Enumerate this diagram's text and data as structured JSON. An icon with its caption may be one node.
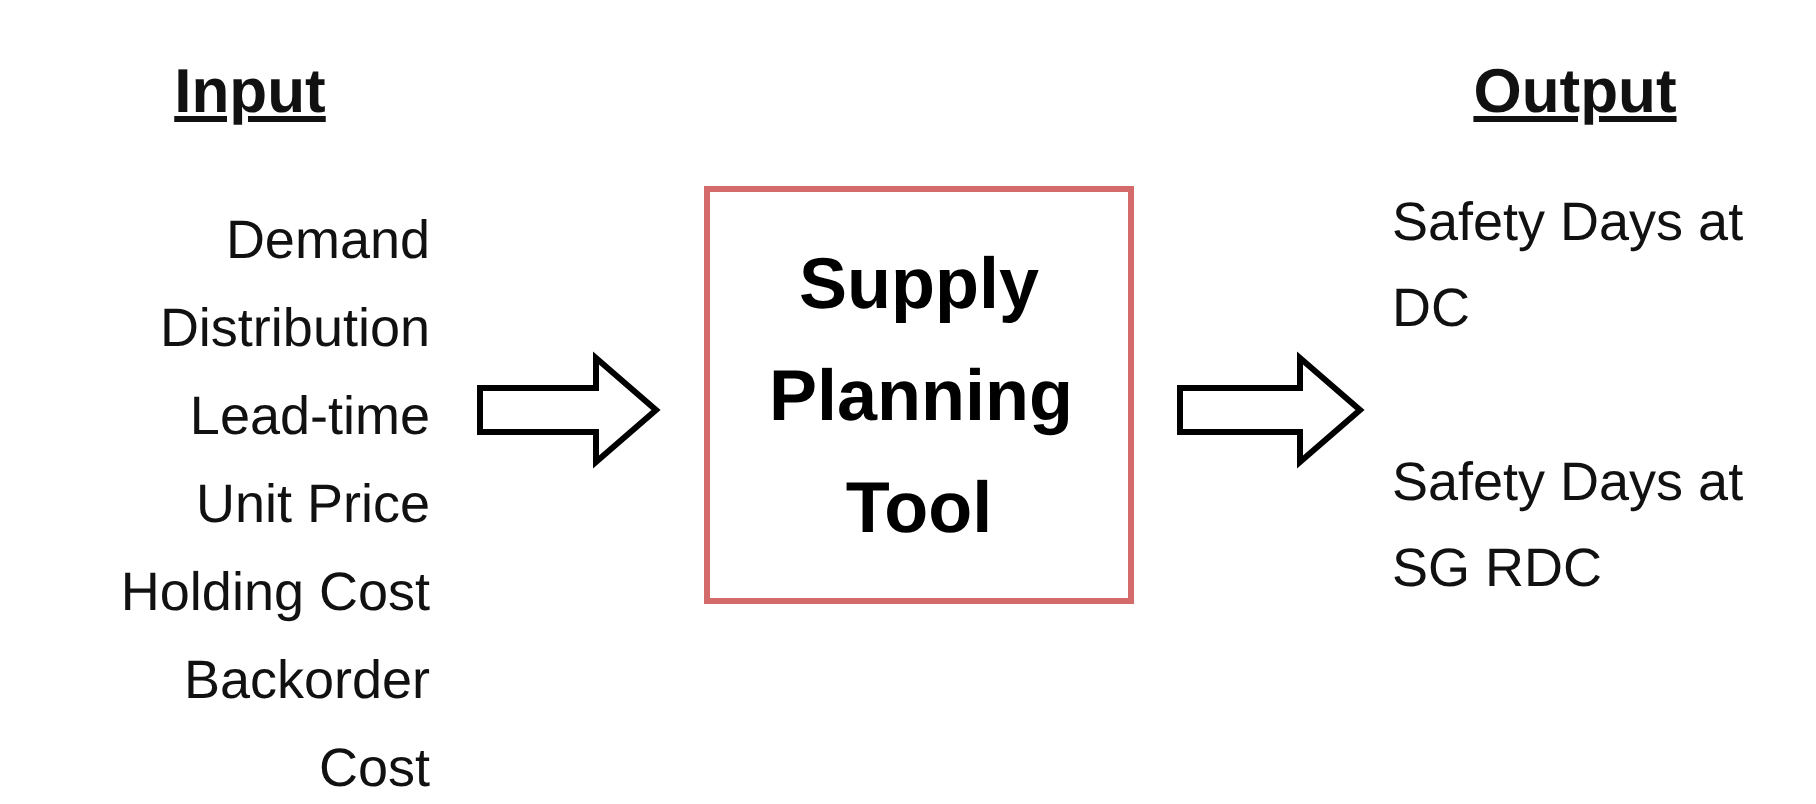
{
  "diagram": {
    "nodes": [
      {
        "text": [
          "Input",
          "Demand",
          "Distribution",
          "Lead-time",
          "Unit Price",
          "Holding Cost",
          "Backorder Cost"
        ]
      },
      {
        "text": [
          "Supply Planning Tool"
        ]
      },
      {
        "text": [
          "Output",
          "Safety Days at DC",
          "Safety Days at SG RDC"
        ]
      }
    ],
    "edges": [
      {
        "from": 0,
        "to": 1,
        "arrow": "to"
      },
      {
        "from": 1,
        "to": 2,
        "arrow": "to"
      }
    ]
  }
}
